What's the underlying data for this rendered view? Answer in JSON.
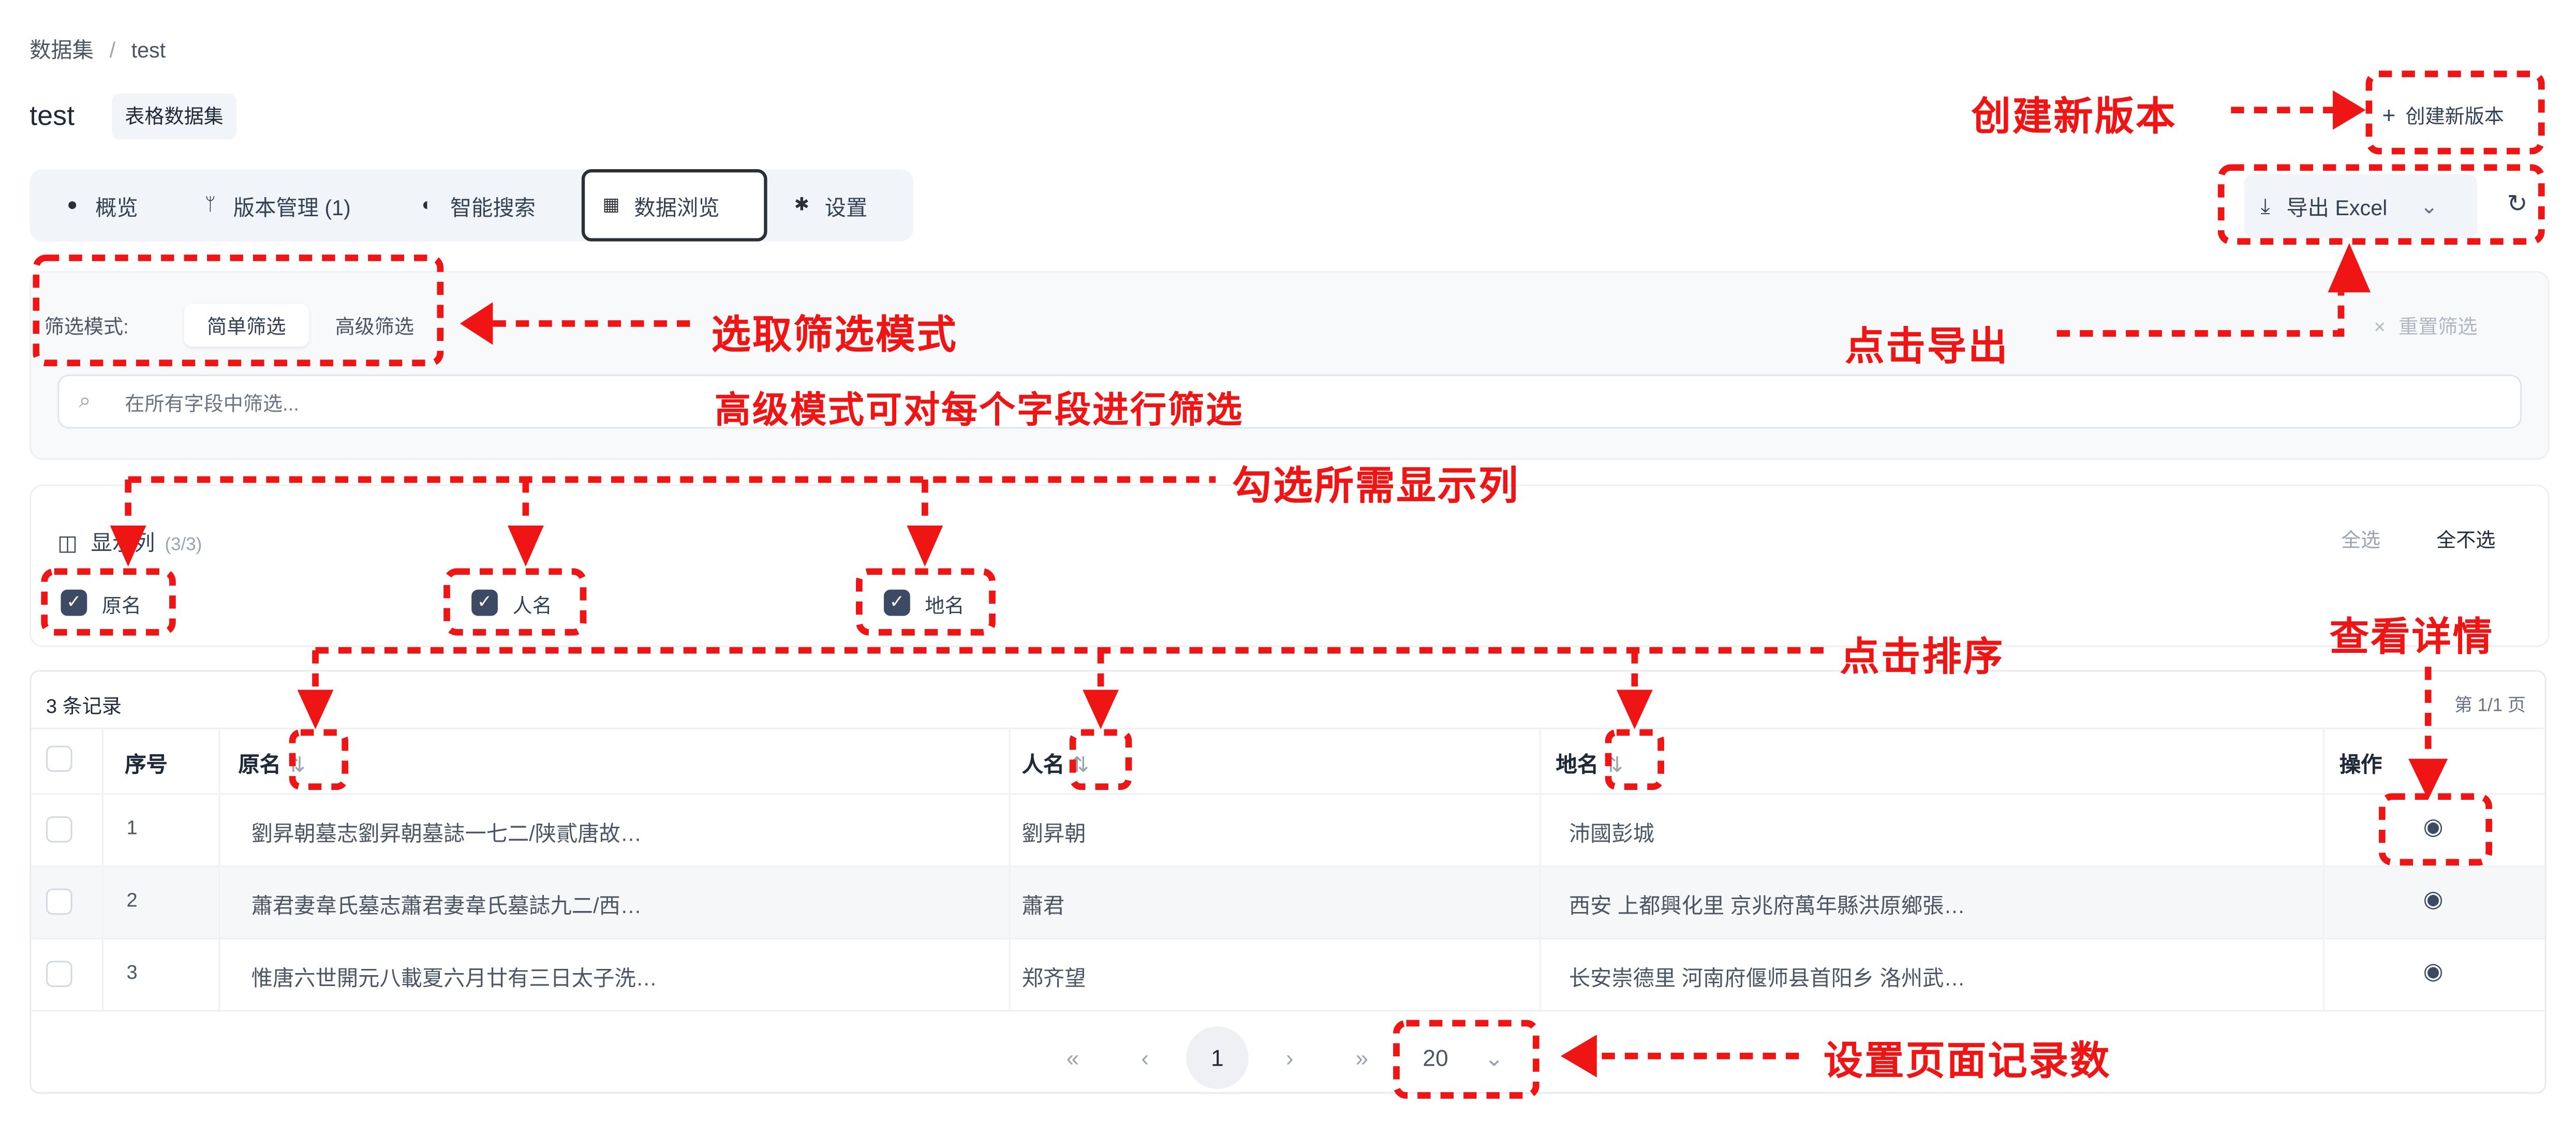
{
  "breadcrumb": {
    "root": "数据集",
    "sep": "/",
    "current": "test"
  },
  "header": {
    "title": "test",
    "badge": "表格数据集",
    "create_version": "创建新版本"
  },
  "tabs": [
    {
      "label": "概览",
      "icon": "info-icon"
    },
    {
      "label": "版本管理 (1)",
      "icon": "branch-icon"
    },
    {
      "label": "智能搜索",
      "icon": "brain-icon"
    },
    {
      "label": "数据浏览",
      "icon": "table-icon",
      "active": true
    },
    {
      "label": "设置",
      "icon": "gear-icon"
    }
  ],
  "toolbar": {
    "export": "导出 Excel",
    "refresh_icon": "refresh-icon"
  },
  "filter": {
    "mode_label": "筛选模式:",
    "modes": [
      "简单筛选",
      "高级筛选"
    ],
    "active_mode": "简单筛选",
    "reset": "重置筛选",
    "search_placeholder": "在所有字段中筛选..."
  },
  "columns_panel": {
    "title": "显示列",
    "count": "(3/3)",
    "select_all": "全选",
    "select_none": "全不选",
    "columns": [
      {
        "label": "原名",
        "checked": true
      },
      {
        "label": "人名",
        "checked": true
      },
      {
        "label": "地名",
        "checked": true
      }
    ]
  },
  "table": {
    "record_count": "3 条记录",
    "page_info": "第 1/1 页",
    "headers": [
      "序号",
      "原名",
      "人名",
      "地名",
      "操作"
    ],
    "rows": [
      {
        "index": "1",
        "original": "劉昇朝墓志劉昇朝墓誌一七二/陕貳唐故…",
        "person": "劉昇朝",
        "place": "沛國彭城"
      },
      {
        "index": "2",
        "original": "蕭君妻韋氏墓志蕭君妻韋氏墓誌九二/西…",
        "person": "蕭君",
        "place": "西安 上都興化里 京兆府萬年縣洪原鄉張…"
      },
      {
        "index": "3",
        "original": "惟唐六世開元八載夏六月廿有三日太子洗…",
        "person": "郑齐望",
        "place": "长安崇德里 河南府偃师县首阳乡 洛州武…"
      }
    ]
  },
  "pagination": {
    "first": "«",
    "prev": "‹",
    "current": "1",
    "next": "›",
    "last": "»",
    "page_size": "20"
  },
  "annotations": {
    "create": "创建新版本",
    "filter_mode": "选取筛选模式",
    "advanced": "高级模式可对每个字段进行筛选",
    "export": "点击导出",
    "columns": "勾选所需显示列",
    "sort": "点击排序",
    "detail": "查看详情",
    "page_size": "设置页面记录数",
    "color": "#f01515"
  }
}
